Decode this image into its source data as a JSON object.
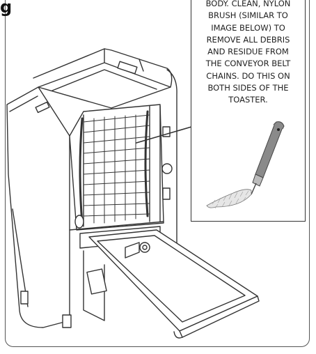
{
  "figure": {
    "corner_glyph": "g",
    "callout_text": "BODY. CLEAN, NYLON\nBRUSH (SIMILAR TO\nIMAGE BELOW) TO\nREMOVE ALL DEBRIS\nAND RESIDUE FROM\nTHE CONVEYOR BELT\nCHAINS.  DO THIS ON\nBOTH SIDES OF THE\nTOASTER.",
    "panel_label": "",
    "icons": [
      "nylon-brush-icon",
      "toaster-illustration"
    ],
    "colors": {
      "line": "#333333",
      "brush_handle": "#8a8a8a",
      "bristles": "#dddddd"
    }
  }
}
